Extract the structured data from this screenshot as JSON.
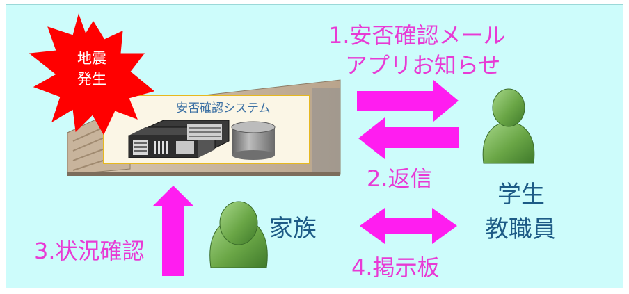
{
  "earthquake": {
    "line1": "地震",
    "line2": "発生"
  },
  "system_label": "安否確認システム",
  "steps": {
    "notify_line1": "1.安否確認メール",
    "notify_line2": "アプリお知らせ",
    "reply": "2.返信",
    "status_check": "3.状況確認",
    "board": "4.掲示板"
  },
  "actors": {
    "family": "家族",
    "students_line1": "学生",
    "students_line2": "教職員"
  },
  "colors": {
    "background": "#cdfcfb",
    "arrow": "#ff1df0",
    "burst": "#ff0000",
    "person": "#6aa646"
  }
}
